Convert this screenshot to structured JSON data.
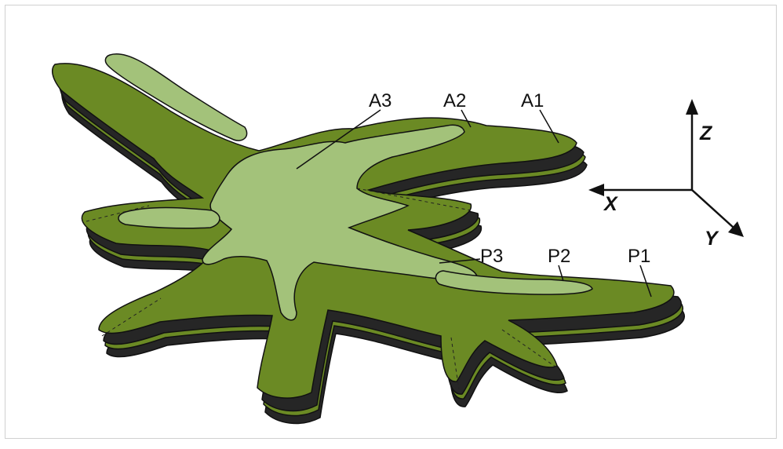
{
  "labels": {
    "a1": "A1",
    "a2": "A2",
    "a3": "A3",
    "p1": "P1",
    "p2": "P2",
    "p3": "P3"
  },
  "axes": {
    "x": "X",
    "y": "Y",
    "z": "Z"
  },
  "colors": {
    "dark_layer": "#262626",
    "mid_layer": "#6b8a24",
    "light_layer": "#a3c27a",
    "outline": "#111111",
    "background": "#ffffff"
  }
}
